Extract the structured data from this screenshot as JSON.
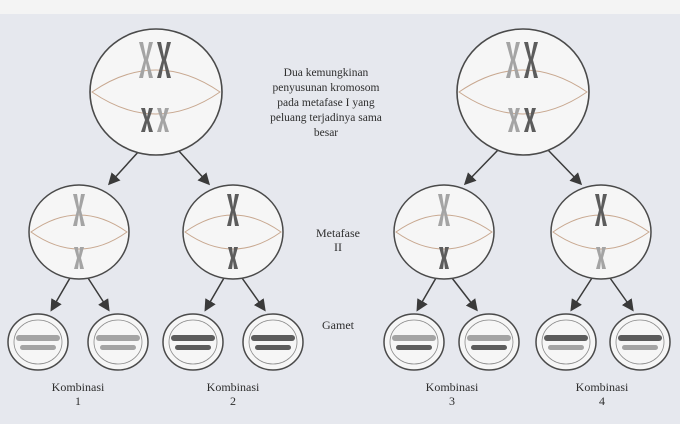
{
  "caption": {
    "lines": [
      "Dua kemungkinan",
      "penyusunan kromosom",
      "pada metafase I yang",
      "peluang terjadinya sama",
      "besar"
    ]
  },
  "stage_labels": {
    "metafase_ii": [
      "Metafase",
      "II"
    ],
    "gamet": "Gamet"
  },
  "combinations": [
    {
      "word": "Kombinasi",
      "number": "1"
    },
    {
      "word": "Kombinasi",
      "number": "2"
    },
    {
      "word": "Kombinasi",
      "number": "3"
    },
    {
      "word": "Kombinasi",
      "number": "4"
    }
  ],
  "colors": {
    "background": "#e6e8ee",
    "cell_fill": "#f6f6f6",
    "cell_outline": "#4a4a4a",
    "chromosome_light": "#a4a4a4",
    "chromosome_dark": "#5c5c5c",
    "spindle": "#c8a890",
    "arrow": "#3a3a3a"
  }
}
